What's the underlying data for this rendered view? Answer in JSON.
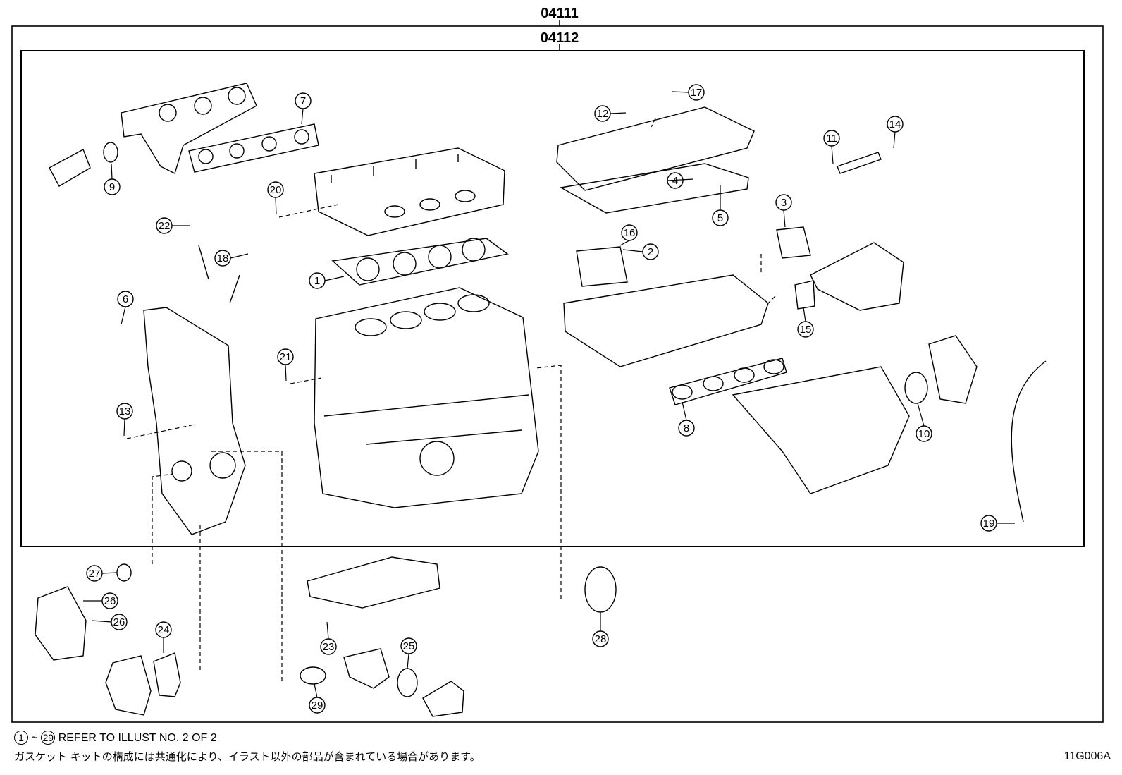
{
  "headers": {
    "outer": "04111",
    "inner": "04112"
  },
  "callouts": [
    "1",
    "2",
    "3",
    "4",
    "5",
    "6",
    "7",
    "8",
    "9",
    "10",
    "11",
    "12",
    "13",
    "14",
    "15",
    "16",
    "17",
    "18",
    "19",
    "20",
    "21",
    "22",
    "23",
    "24",
    "25",
    "26",
    "26",
    "27",
    "28",
    "29"
  ],
  "footer": {
    "note_start": "1",
    "note_tilde": "~",
    "note_end": "29",
    "note_text": "REFER TO ILLUST NO. 2 OF 2",
    "note_jp": "ガスケット キットの構成には共通化により、イラスト以外の部品が含まれている場合があります。",
    "figure_code": "11G006A"
  }
}
